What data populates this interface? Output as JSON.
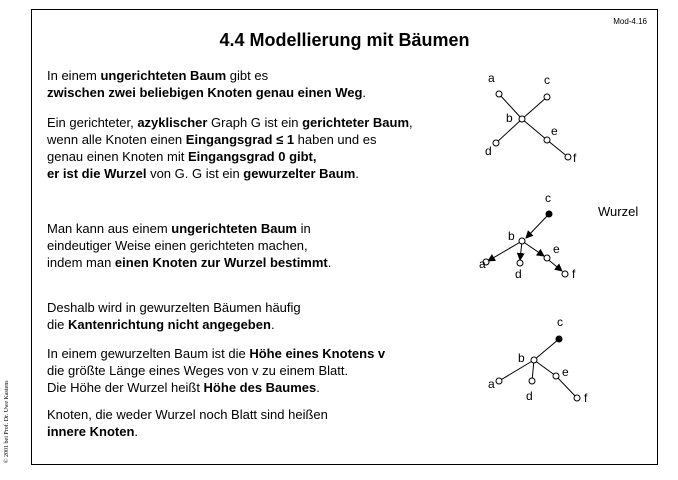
{
  "slide": {
    "id": "Mod-4.16",
    "title": "4.4 Modellierung mit Bäumen",
    "copyright": "© 2001 bei Prof. Dr. Uwe Kastens"
  },
  "para1": {
    "l1_a": "In einem ",
    "l1_b": "ungerichteten Baum",
    "l1_c": " gibt es",
    "l2_a": "zwischen zwei beliebigen Knoten genau einen Weg",
    "l2_b": "."
  },
  "para2": {
    "l1_a": "Ein gerichteter, ",
    "l1_b": "azyklischer",
    "l1_c": " Graph G ist ein ",
    "l1_d": "gerichteter Baum",
    "l1_e": ",",
    "l2_a": "wenn alle Knoten einen ",
    "l2_b": "Eingangsgrad ≤ 1",
    "l2_c": " haben und es",
    "l3_a": "genau einen Knoten mit ",
    "l3_b": "Eingangsgrad 0 gibt,",
    "l4_a": "er ist die Wurzel",
    "l4_b": " von G. G ist ein ",
    "l4_c": "gewurzelter Baum",
    "l4_d": "."
  },
  "para3": {
    "l1_a": "Man kann aus einem ",
    "l1_b": "ungerichteten Baum",
    "l1_c": " in",
    "l2": "eindeutiger Weise einen gerichteten machen,",
    "l3_a": "indem man ",
    "l3_b": "einen Knoten zur Wurzel bestimmt",
    "l3_c": "."
  },
  "para4": {
    "l1": "Deshalb wird in gewurzelten Bäumen häufig",
    "l2_a": "die ",
    "l2_b": "Kantenrichtung nicht angegeben",
    "l2_c": "."
  },
  "para5": {
    "l1_a": "In einem gewurzelten Baum ist die ",
    "l1_b": "Höhe eines Knotens v",
    "l2": "die größte Länge eines Weges von v zu einem Blatt.",
    "l3_a": "Die Höhe der Wurzel heißt ",
    "l3_b": "Höhe des Baumes",
    "l3_c": "."
  },
  "para6": {
    "l1": "Knoten, die weder Wurzel noch Blatt sind heißen",
    "l2_a": "innere Knoten",
    "l2_b": "."
  },
  "tree_labels": {
    "a": "a",
    "b": "b",
    "c": "c",
    "d": "d",
    "e": "e",
    "f": "f"
  },
  "wurzel_label": "Wurzel"
}
